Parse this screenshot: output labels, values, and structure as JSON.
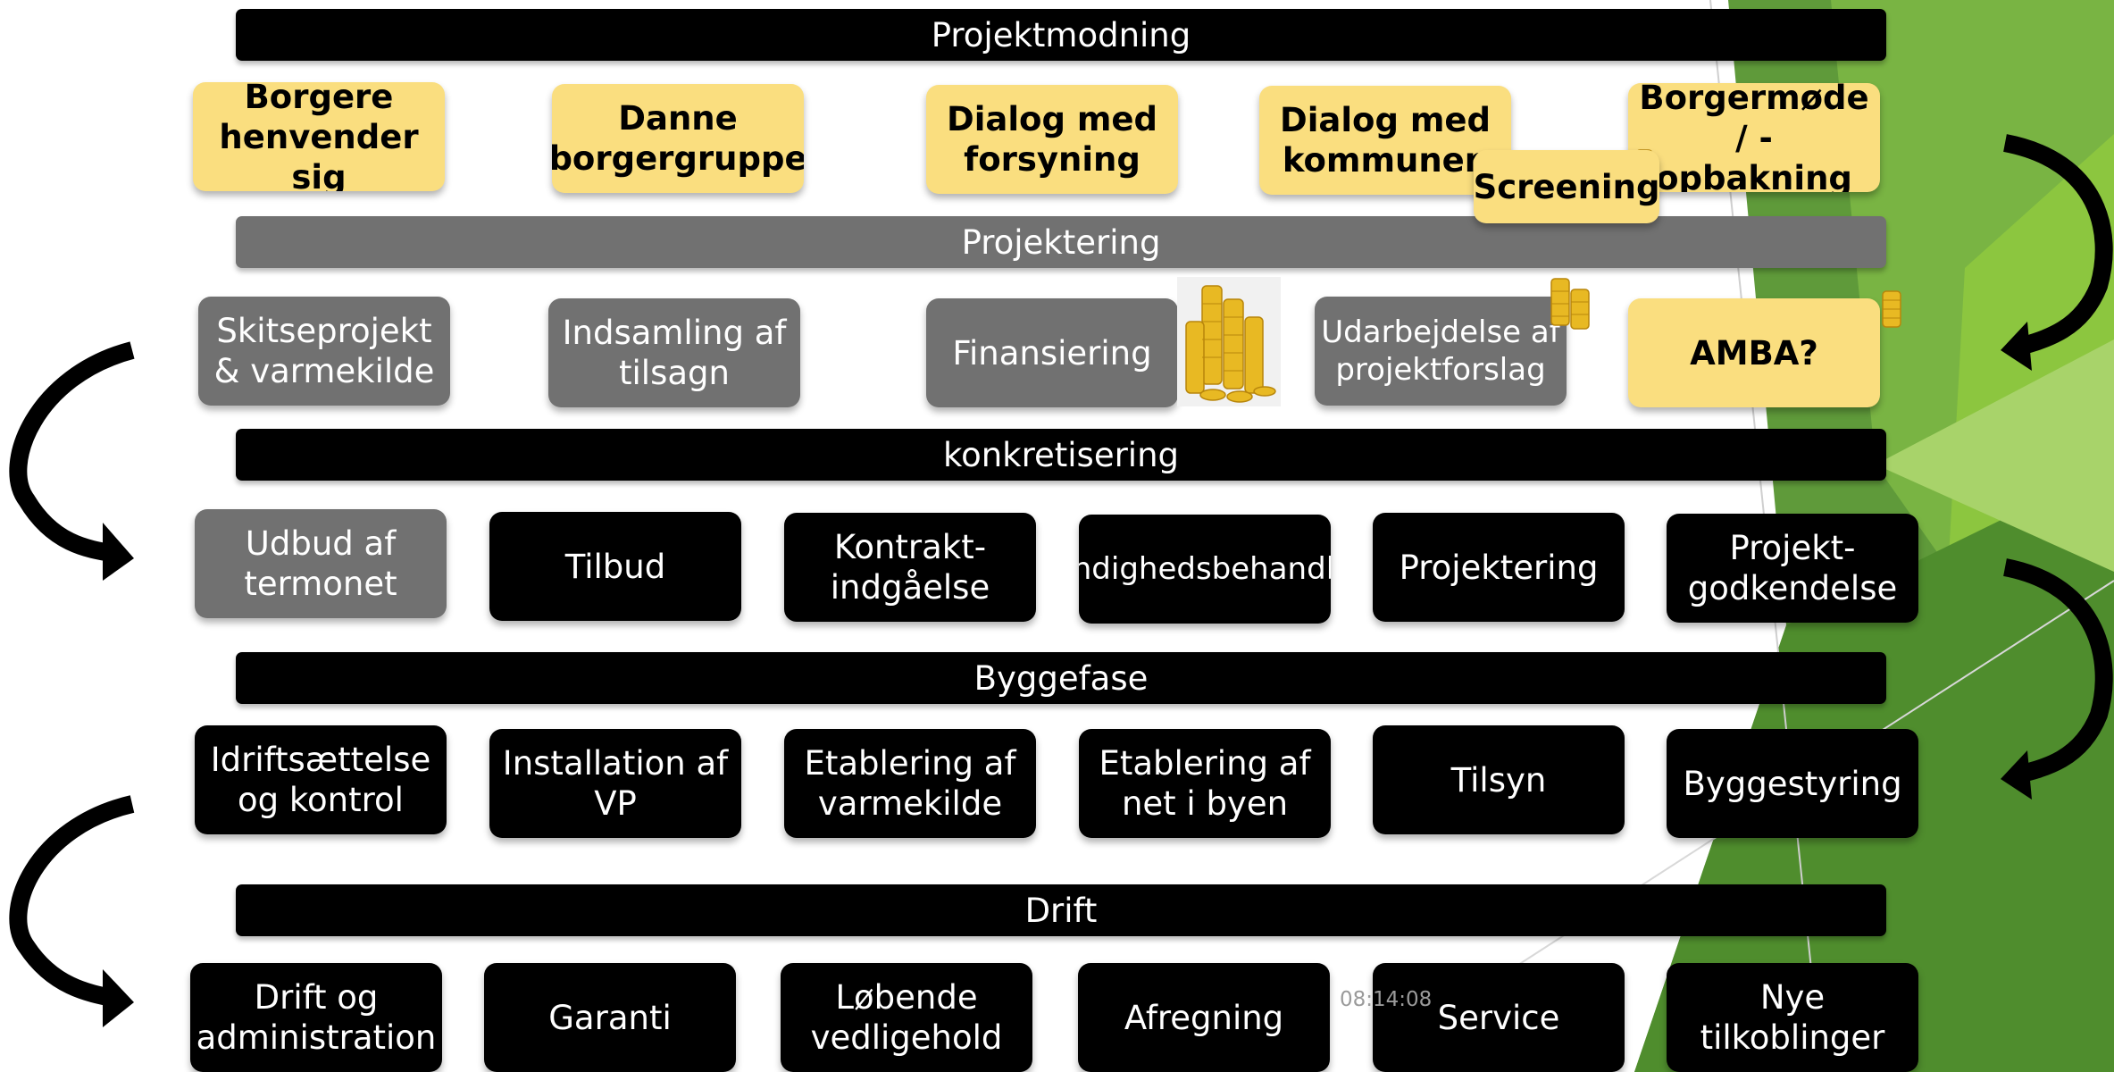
{
  "bars": {
    "projektmodning": "Projektmodning",
    "projektering": "Projektering",
    "konkretisering": "konkretisering",
    "byggefase": "Byggefase",
    "drift": "Drift"
  },
  "row1": [
    "Borgere henvender sig",
    "Danne borgergruppe",
    "Dialog med forsyning",
    "Dialog med kommunen",
    "Borgermøde / - opbakning"
  ],
  "screening": "Screening",
  "row2": [
    "Skitseprojekt & varmekilde",
    "Indsamling af tilsagn",
    "Finansiering",
    "Udarbejdelse af projektforslag",
    "AMBA?"
  ],
  "row3": [
    "Udbud af termonet",
    "Tilbud",
    "Kontrakt-indgåelse",
    "Myndighedsbehandling",
    "Projektering",
    "Projekt-godkendelse"
  ],
  "row4": [
    "Idriftsættelse og kontrol",
    "Installation af VP",
    "Etablering af varmekilde",
    "Etablering af net i byen",
    "Tilsyn",
    "Byggestyring"
  ],
  "row5": [
    "Drift og administration",
    "Garanti",
    "Løbende vedligehold",
    "Afregning",
    "Service",
    "Nye tilkoblinger"
  ],
  "timestamp": "08:14:08",
  "colors": {
    "accent_green": "#6db33f",
    "dark_green": "#4e8a2e",
    "box_yellow": "#fade7f",
    "box_gray": "#717171",
    "box_black": "#000000"
  },
  "icons": [
    "coin-stack-icon",
    "curved-arrow-icon"
  ]
}
